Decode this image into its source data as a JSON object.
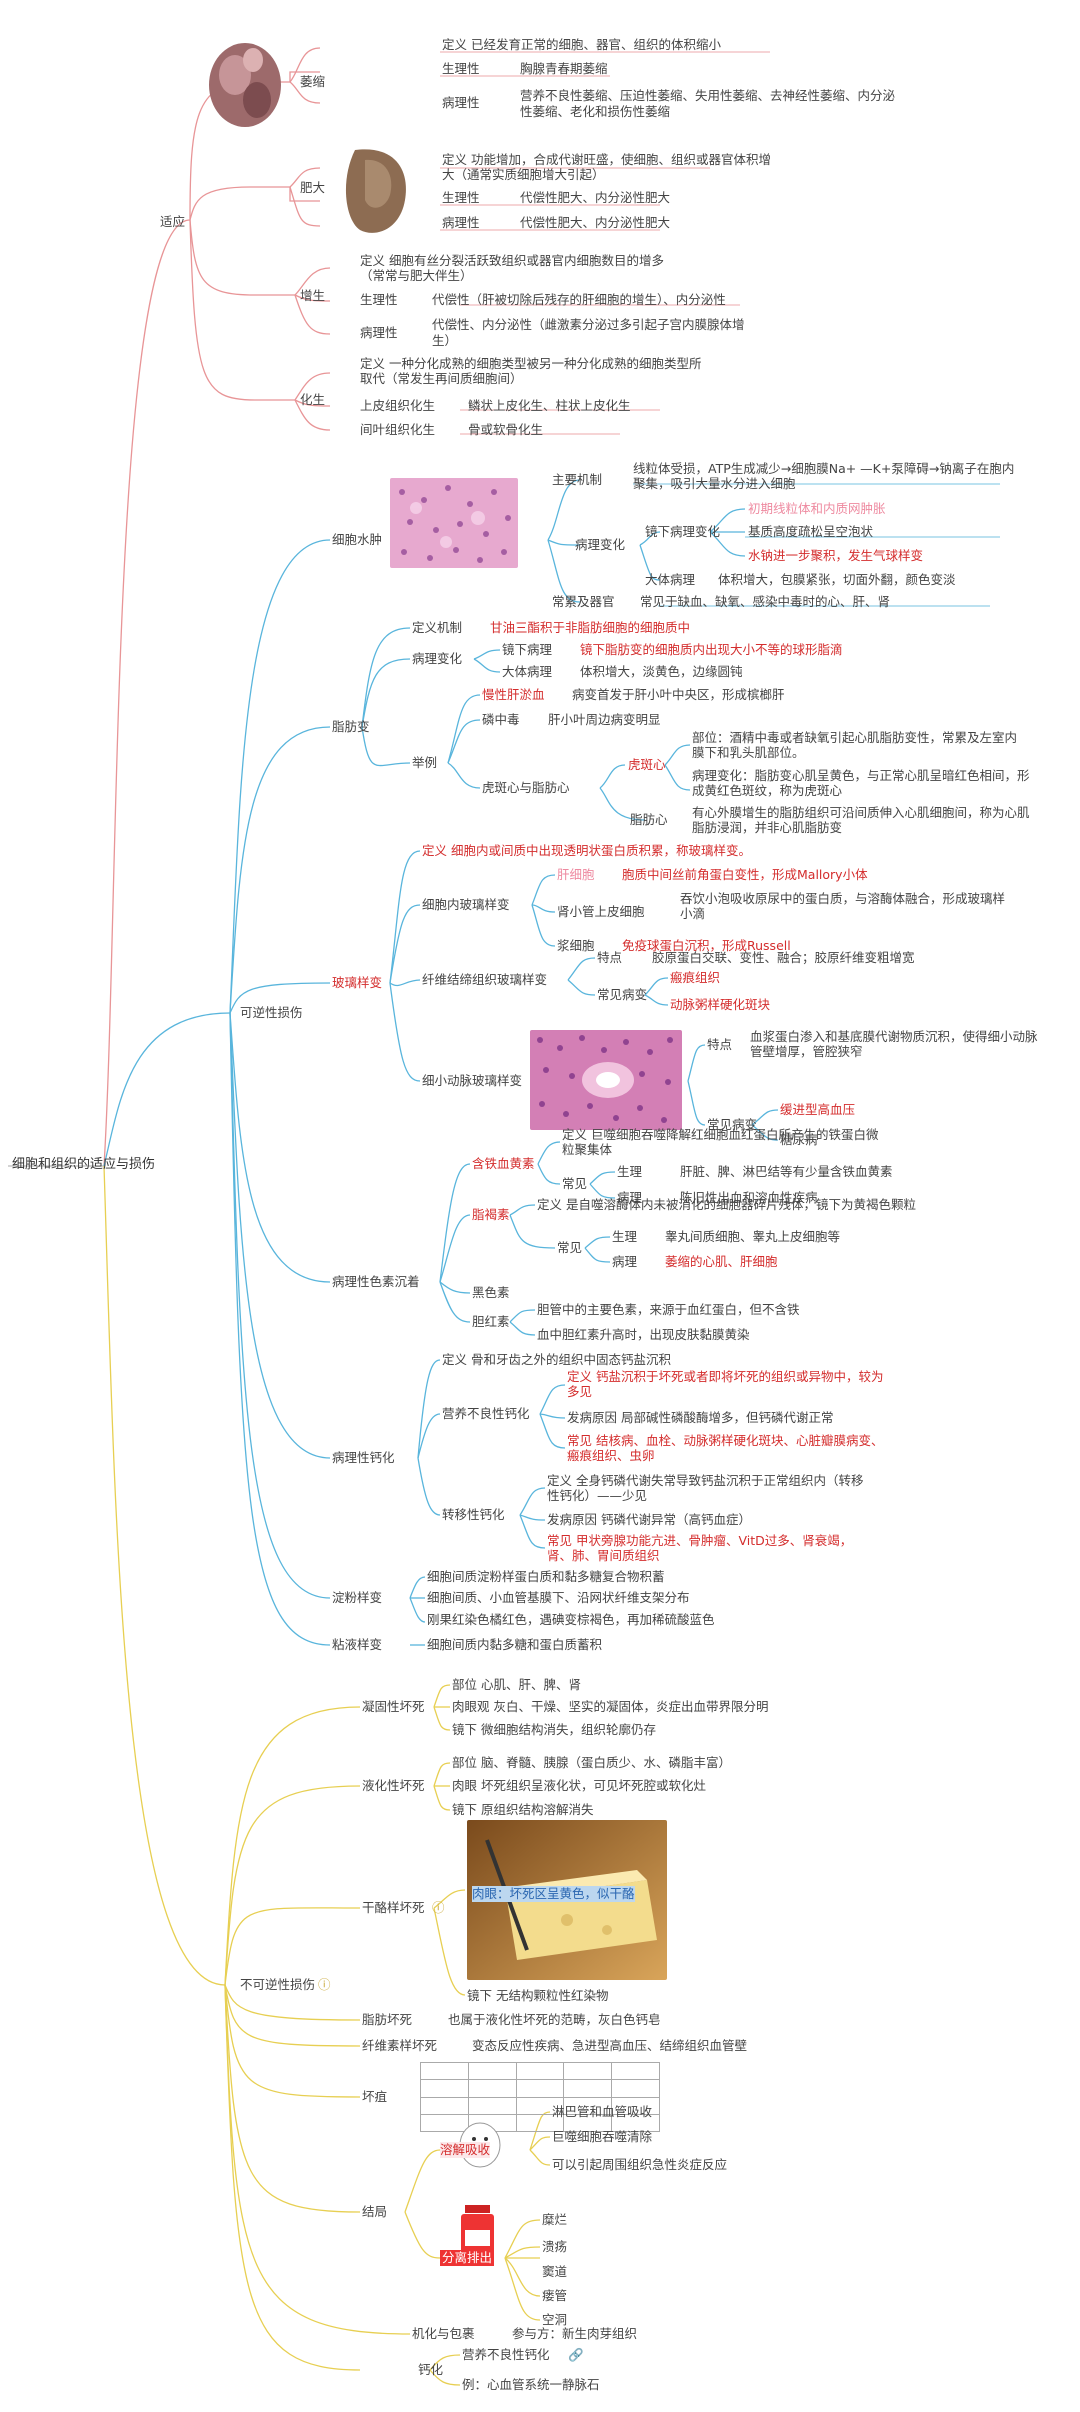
{
  "root": "细胞和组织的适应与损伤",
  "colors": {
    "adapt": "#e89597",
    "reversible": "#59b5dc",
    "irreversible": "#e7cf52",
    "red": "#d42d2d",
    "pink": "#ee8aa0"
  },
  "adapt": {
    "label": "适应",
    "atrophy": {
      "label": "萎缩",
      "def": "定义 已经发育正常的细胞、器官、组织的体积缩小",
      "phys_k": "生理性",
      "phys_v": "胸腺青春期萎缩",
      "path_k": "病理性",
      "path_v1": "营养不良性萎缩、压迫性萎缩、失用性萎缩、去神经性萎缩、内分泌",
      "path_v2": "性萎缩、老化和损伤性萎缩"
    },
    "hypertrophy": {
      "label": "肥大",
      "def1": "定义 功能增加，合成代谢旺盛，使细胞、组织或器官体积增",
      "def2": "大（通常实质细胞增大引起）",
      "phys_k": "生理性",
      "phys_v": "代偿性肥大、内分泌性肥大",
      "path_k": "病理性",
      "path_v": "代偿性肥大、内分泌性肥大"
    },
    "hyperplasia": {
      "label": "增生",
      "def1": "定义 细胞有丝分裂活跃致组织或器官内细胞数目的增多",
      "def2": "（常常与肥大伴生）",
      "phys_k": "生理性",
      "phys_v": "代偿性（肝被切除后残存的肝细胞的增生）、内分泌性",
      "path_k": "病理性",
      "path_v1": "代偿性、内分泌性（雌激素分泌过多引起子宫内膜腺体增",
      "path_v2": "生）"
    },
    "metaplasia": {
      "label": "化生",
      "def1": "定义 一种分化成熟的细胞类型被另一种分化成熟的细胞类型所",
      "def2": "取代（常发生再间质细胞间）",
      "epi_k": "上皮组织化生",
      "epi_v": "鳞状上皮化生、柱状上皮化生",
      "mes_k": "间叶组织化生",
      "mes_v": "骨或软骨化生"
    }
  },
  "reversible": {
    "label": "可逆性损伤",
    "swelling": {
      "label": "细胞水肿",
      "mech_k": "主要机制",
      "mech_v1": "线粒体受损，ATP生成减少→细胞膜Na+ —K+泵障碍→钠离子在胞内",
      "mech_v2": "聚集，吸引大量水分进入细胞",
      "chg_k": "病理变化",
      "micro_k": "镜下病理变化",
      "micro_1": "初期线粒体和内质网肿胀",
      "micro_2": "基质高度疏松呈空泡状",
      "micro_3": "水钠进一步聚积，发生气球样变",
      "gross_k": "大体病理",
      "gross_v": "体积增大，包膜紧张，切面外翻，颜色变淡",
      "organ_k": "常累及器官",
      "organ_v": "常见于缺血、缺氧、感染中毒时的心、肝、肾"
    },
    "fatty": {
      "label": "脂肪变",
      "def_k": "定义机制",
      "def_v": "甘油三酯积于非脂肪细胞的细胞质中",
      "chg_k": "病理变化",
      "micro_k": "镜下病理",
      "micro_v": "镜下脂肪变的细胞质内出现大小不等的球形脂滴",
      "gross_k": "大体病理",
      "gross_v": "体积增大，淡黄色，边缘圆钝",
      "ex_k": "举例",
      "liver_k": "慢性肝淤血",
      "liver_v": "病变首发于肝小叶中央区，形成槟榔肝",
      "poison_k": "磷中毒",
      "poison_v": "肝小叶周边病变明显",
      "tiger_k": "虎斑心与脂肪心",
      "tiger_sub": "虎斑心",
      "tiger_1a": "部位：酒精中毒或者缺氧引起心肌脂肪变性，常累及左室内",
      "tiger_1b": "膜下和乳头肌部位。",
      "tiger_2a": "病理变化：脂肪变心肌呈黄色，与正常心肌呈暗红色相间，形",
      "tiger_2b": "成黄红色斑纹，称为虎斑心",
      "fatheart_k": "脂肪心",
      "fatheart_a": "有心外膜增生的脂肪组织可沿间质伸入心肌细胞间，称为心肌",
      "fatheart_b": "脂肪浸润，并非心肌脂肪变"
    },
    "hyaline": {
      "label": "玻璃样变",
      "def": "定义 细胞内或间质中出现透明状蛋白质积累，称玻璃样变。",
      "intra_k": "细胞内玻璃样变",
      "liver_k": "肝细胞",
      "liver_v": "胞质中间丝前角蛋白变性，形成Mallory小体",
      "kidney_k": "肾小管上皮细胞",
      "kidney_v1": "吞饮小泡吸收原尿中的蛋白质，与溶酶体融合，形成玻璃样",
      "kidney_v2": "小滴",
      "plasma_k": "浆细胞",
      "plasma_v": "免疫球蛋白沉积，形成Russell",
      "fiber_k": "纤维结缔组织玻璃样变",
      "fiber_feat_k": "特点",
      "fiber_feat_v": "胶原蛋白交联、变性、融合；胶原纤维变粗增宽",
      "fiber_dis_k": "常见病变",
      "fiber_dis_1": "瘢痕组织",
      "fiber_dis_2": "动脉粥样硬化斑块",
      "artery_k": "细小动脉玻璃样变",
      "artery_feat_k": "特点",
      "artery_feat_1": "血浆蛋白渗入和基底膜代谢物质沉积，使得细小动脉",
      "artery_feat_2": "管壁增厚，管腔狭窄",
      "artery_dis_k": "常见病变",
      "artery_dis_1": "缓进型高血压",
      "artery_dis_2": "糖尿病"
    },
    "pigment": {
      "label": "病理性色素沉着",
      "hemo_k": "含铁血黄素",
      "hemo_def1": "定义 巨噬细胞吞噬降解红细胞血红蛋白所产生的铁蛋白微",
      "hemo_def2": "粒聚集体",
      "hemo_common": "常见",
      "hemo_phys_k": "生理",
      "hemo_phys_v": "肝脏、脾、淋巴结等有少量含铁血黄素",
      "hemo_path_k": "病理",
      "hemo_path_v": "陈旧性出血和溶血性疾病",
      "lipo_k": "脂褐素",
      "lipo_def": "定义 是自噬溶酶体内未被消化的细胞器碎片残体，镜下为黄褐色颗粒",
      "lipo_common": "常见",
      "lipo_phys_k": "生理",
      "lipo_phys_v": "睾丸间质细胞、睾丸上皮细胞等",
      "lipo_path_k": "病理",
      "lipo_path_v": "萎缩的心肌、肝细胞",
      "melanin_k": "黑色素",
      "bili_k": "胆红素",
      "bili_1": "胆管中的主要色素，来源于血红蛋白，但不含铁",
      "bili_2": "血中胆红素升高时，出现皮肤黏膜黄染"
    },
    "calc": {
      "label": "病理性钙化",
      "def": "定义 骨和牙齿之外的组织中固态钙盐沉积",
      "dys_k": "营养不良性钙化",
      "dys_def1": "定义 钙盐沉积于坏死或者即将坏死的组织或异物中，较为",
      "dys_def2": "多见",
      "dys_cause": "发病原因 局部碱性磷酸酶增多，但钙磷代谢正常",
      "dys_common1": "常见 结核病、血栓、动脉粥样硬化斑块、心脏瓣膜病变、",
      "dys_common2": "瘢痕组织、虫卵",
      "met_k": "转移性钙化",
      "met_def1": "定义 全身钙磷代谢失常导致钙盐沉积于正常组织内（转移",
      "met_def2": "性钙化）——少见",
      "met_cause": "发病原因 钙磷代谢异常（高钙血症）",
      "met_common1": "常见 甲状旁腺功能亢进、骨肿瘤、VitD过多、肾衰竭，",
      "met_common2": "肾、肺、胃间质组织"
    },
    "amyloid": {
      "label": "淀粉样变",
      "v1": "细胞间质淀粉样蛋白质和黏多糖复合物积蓄",
      "v2": "细胞间质、小血管基膜下、沿网状纤维支架分布",
      "v3": "刚果红染色橘红色，遇碘变棕褐色，再加稀硫酸蓝色"
    },
    "mucoid": {
      "label": "粘液样变",
      "v": "细胞间质内黏多糖和蛋白质蓄积"
    }
  },
  "irreversible": {
    "label": "不可逆性损伤",
    "coag": {
      "label": "凝固性坏死",
      "site": "部位 心肌、肝、脾、肾",
      "gross": "肉眼观 灰白、干燥、坚实的凝固体，炎症出血带界限分明",
      "micro": "镜下 微细胞结构消失，组织轮廓仍存"
    },
    "liq": {
      "label": "液化性坏死",
      "site": "部位 脑、脊髓、胰腺（蛋白质少、水、磷脂丰富）",
      "gross": "肉眼 坏死组织呈液化状，可见坏死腔或软化灶",
      "micro": "镜下 原组织结构溶解消失"
    },
    "caseous": {
      "label": "干酪样坏死",
      "photo_caption": "肉眼：坏死区呈黄色，似干酪",
      "micro": "镜下 无结构颗粒性红染物"
    },
    "fat": {
      "label": "脂肪坏死",
      "v": "也属于液化性坏死的范畴，灰白色钙皂"
    },
    "fibrinoid": {
      "label": "纤维素样坏死",
      "v": "变态反应性疾病、急进型高血压、结缔组织血管壁"
    },
    "gangrene": {
      "label": "坏疽"
    },
    "outcome": {
      "label": "结局",
      "dissolve_tag": "溶解吸收",
      "dissolve_1": "淋巴管和血管吸收",
      "dissolve_2": "巨噬细胞吞噬清除",
      "dissolve_3": "可以引起周围组织急性炎症反应",
      "separate_tag": "分离排出",
      "sep_1": "糜烂",
      "sep_2": "溃疡",
      "sep_3": "窦道",
      "sep_4": "瘘管",
      "sep_5": "空洞"
    },
    "org": {
      "label": "机化与包裹",
      "v": "参与方：新生肉芽组织"
    },
    "calc": {
      "label": "钙化",
      "v1": "营养不良性钙化",
      "v2": "例：心血管系统一静脉石"
    }
  }
}
